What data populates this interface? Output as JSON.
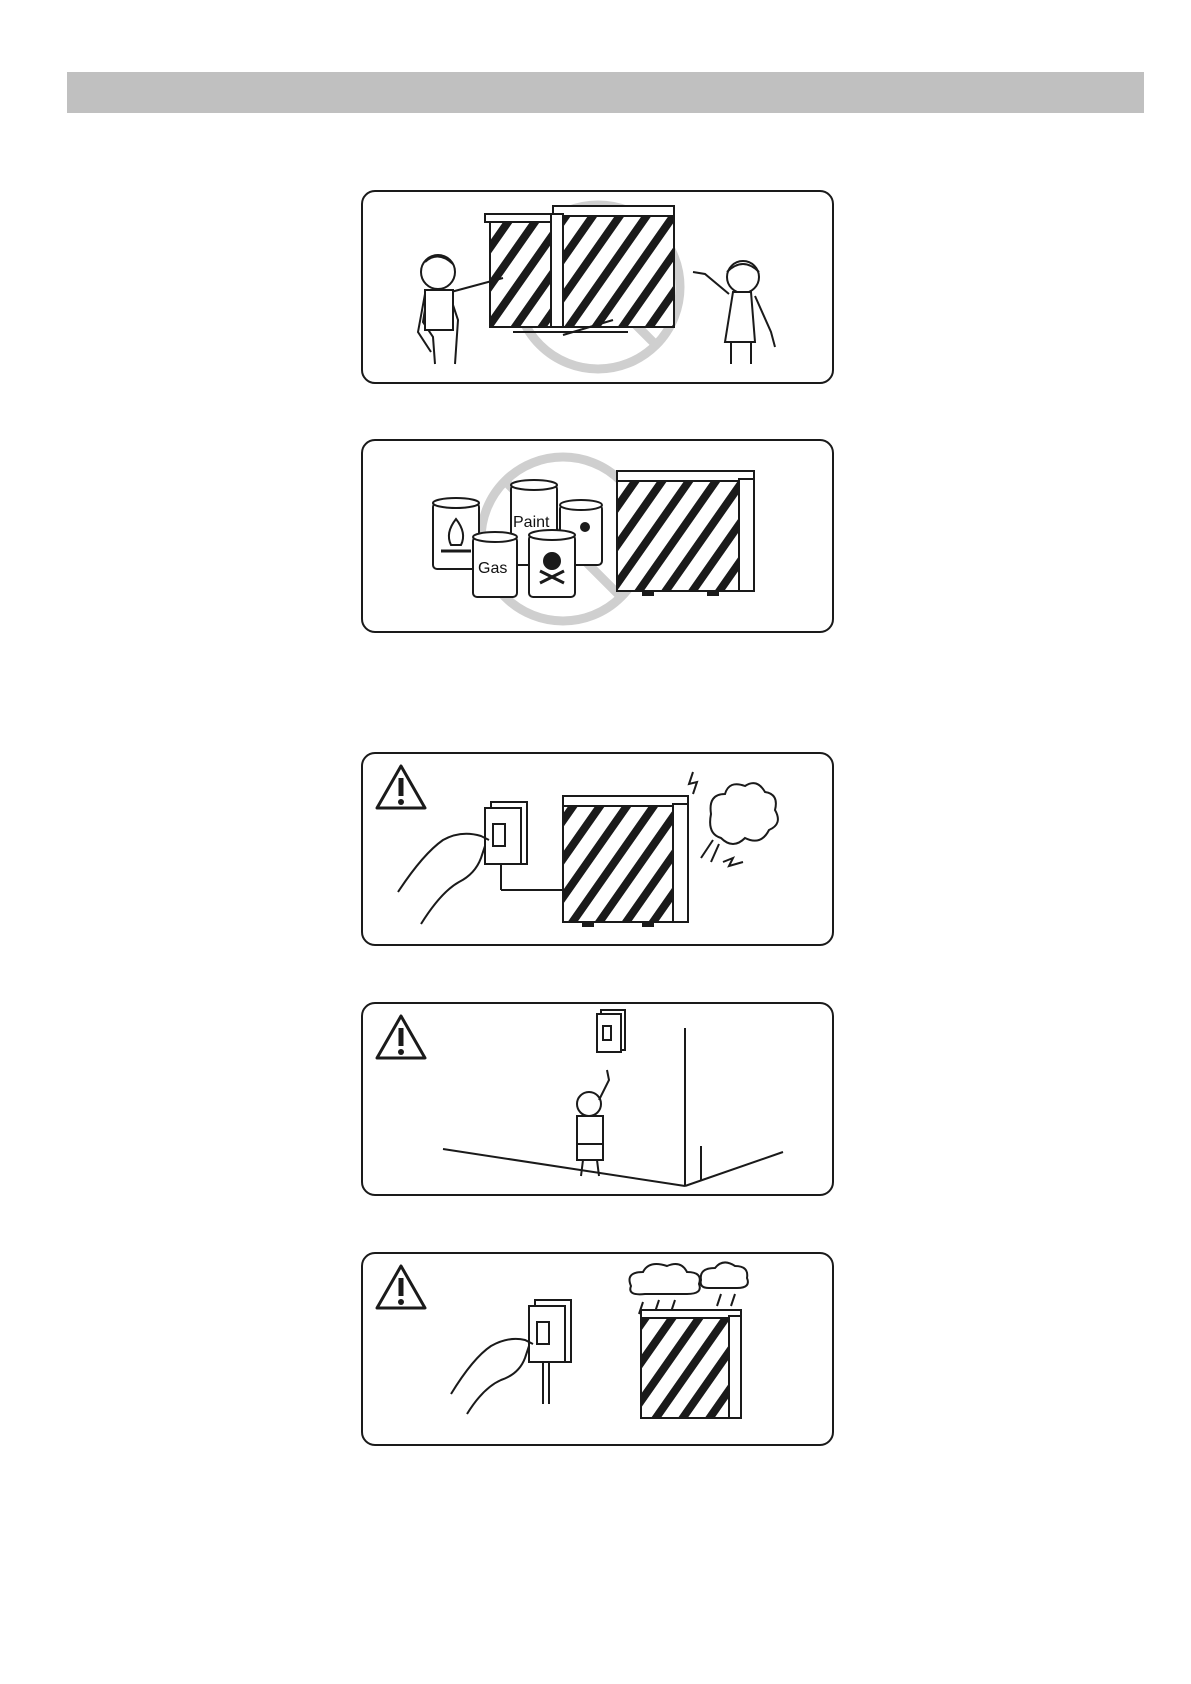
{
  "header": {
    "title": ""
  },
  "panels": [
    {
      "id": "no-children-play",
      "prohibited": true,
      "labels": []
    },
    {
      "id": "no-flammables-nearby",
      "prohibited": true,
      "labels": {
        "can_paint": "Paint",
        "can_gas": "Gas"
      }
    },
    {
      "id": "switch-off-when-abnormal",
      "warning": true,
      "labels": []
    },
    {
      "id": "switch-out-of-child-reach",
      "warning": true,
      "labels": []
    },
    {
      "id": "switch-off-in-storm",
      "warning": true,
      "labels": []
    }
  ],
  "colors": {
    "header_bar": "#c0c0c0",
    "prohibit_circle": "#c8c8c8",
    "line": "#1a1a1a"
  },
  "icons": [
    "prohibition-icon",
    "warning-triangle-icon",
    "heat-pump-icon",
    "breaker-switch-icon",
    "hand-icon",
    "child-icon",
    "cloud-icon",
    "lightning-icon",
    "smoke-icon",
    "skull-icon",
    "flame-icon"
  ]
}
